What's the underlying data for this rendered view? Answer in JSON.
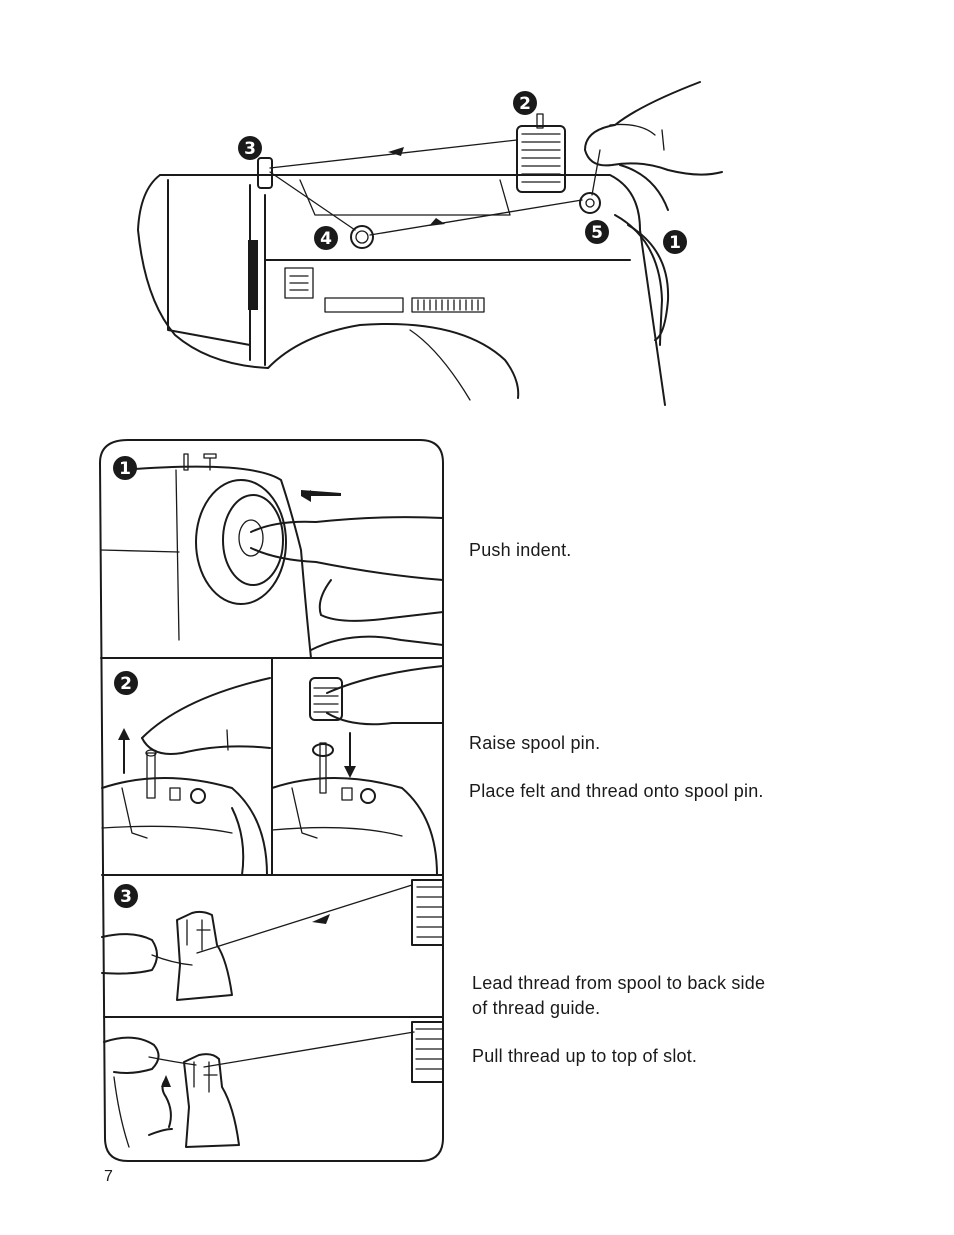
{
  "top_illustration": {
    "callouts": [
      "❶",
      "❷",
      "❸",
      "❹",
      "❺"
    ]
  },
  "panels": {
    "panel1_badge": "❶",
    "panel2_badge": "❷",
    "panel3_badge": "❸"
  },
  "instructions": {
    "push_indent": "Push indent.",
    "raise_spool_pin": "Raise spool pin.",
    "place_felt": "Place felt and thread onto spool pin.",
    "lead_thread_line1": "Lead thread from spool to back side",
    "lead_thread_line2": "of thread guide.",
    "pull_thread": "Pull thread up to top of slot."
  },
  "page_number": "7"
}
